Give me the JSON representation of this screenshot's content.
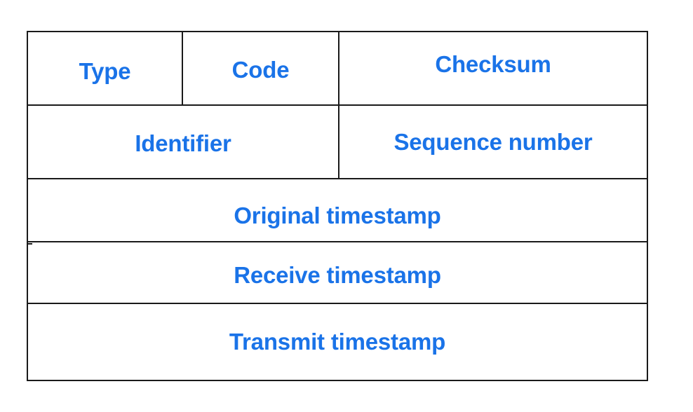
{
  "colors": {
    "label": "#1a73e8",
    "border": "#1a1a1a"
  },
  "rows": [
    {
      "fields": [
        {
          "label": "Type"
        },
        {
          "label": "Code"
        },
        {
          "label": "Checksum"
        }
      ]
    },
    {
      "fields": [
        {
          "label": "Identifier"
        },
        {
          "label": "Sequence number"
        }
      ]
    },
    {
      "fields": [
        {
          "label": "Original timestamp"
        }
      ]
    },
    {
      "fields": [
        {
          "label": "Receive timestamp"
        }
      ]
    },
    {
      "fields": [
        {
          "label": "Transmit timestamp"
        }
      ]
    }
  ]
}
